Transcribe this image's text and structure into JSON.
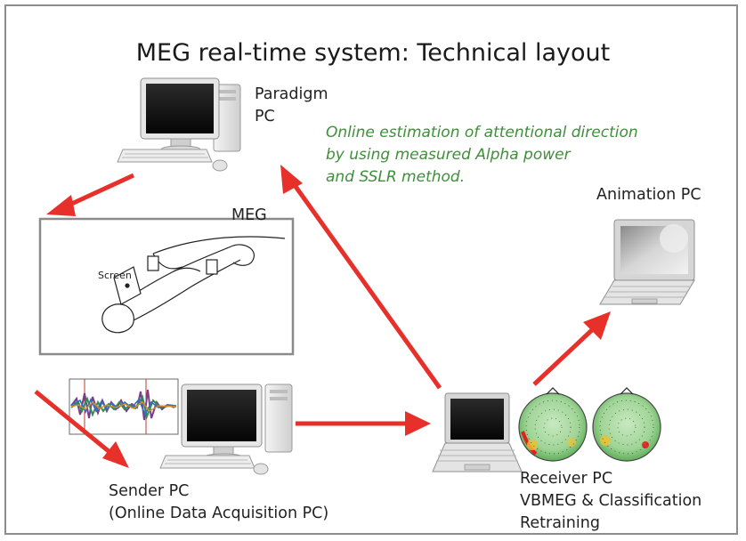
{
  "title": "MEG real-time system: Technical layout",
  "annotation": {
    "lines": [
      "Online estimation of attentional direction",
      "by using measured Alpha power",
      "and SSLR method."
    ]
  },
  "labels": {
    "paradigm_pc": [
      "Paradigm",
      "PC"
    ],
    "meg": "MEG",
    "screen": "Screen",
    "animation_pc": "Animation PC",
    "sender_pc": [
      "Sender PC",
      "(Online Data Acquisition PC)"
    ],
    "receiver_pc": [
      "Receiver PC",
      "VBMEG & Classification",
      "Retraining"
    ]
  },
  "colors": {
    "arrow": "#e8302a",
    "annotation": "#3f8f3a",
    "frame": "#8c8c8c",
    "meg_box": "#8a8a8a"
  },
  "icons": [
    "desktop-computer-icon",
    "laptop-icon",
    "meg-scanner-illustration",
    "meg-waveform-plot",
    "brain-topography-map"
  ]
}
